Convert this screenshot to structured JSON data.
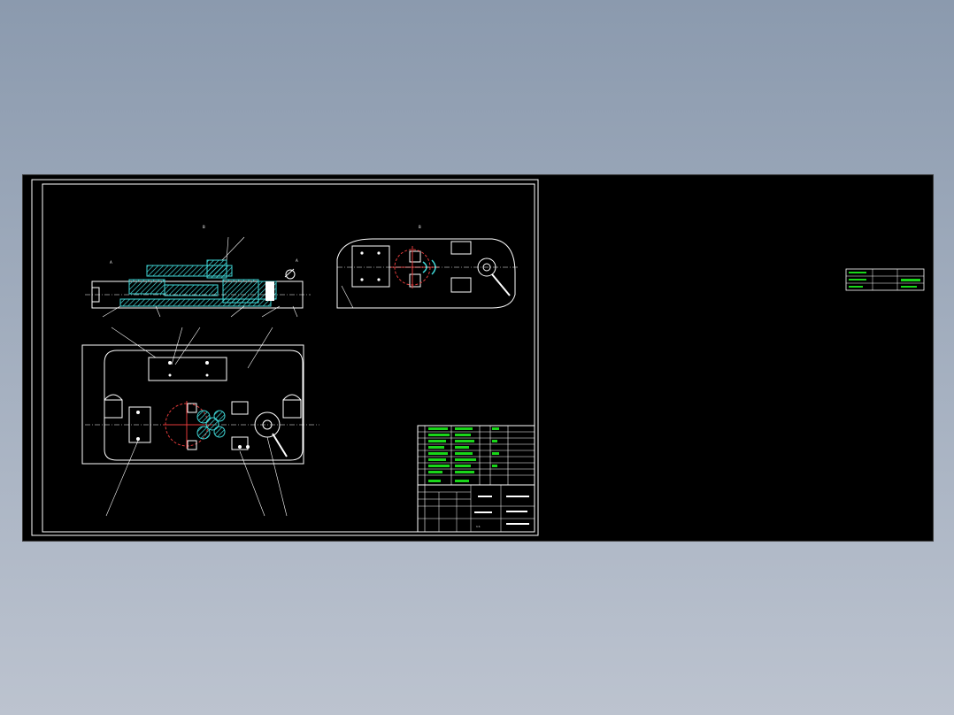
{
  "viewport": {
    "background": "#000000",
    "line_color": "#ffffff",
    "hatch_color": "#3fd6d6",
    "center_line_color": "#e23a3a",
    "text_color": "#19d619"
  },
  "labels": {
    "section_mark_left": "A",
    "section_mark_right": "A",
    "view_mark_top": "B",
    "view_mark_side": "B"
  },
  "title_block": {
    "drawing_name": "",
    "company": "",
    "scale": "1:1"
  }
}
